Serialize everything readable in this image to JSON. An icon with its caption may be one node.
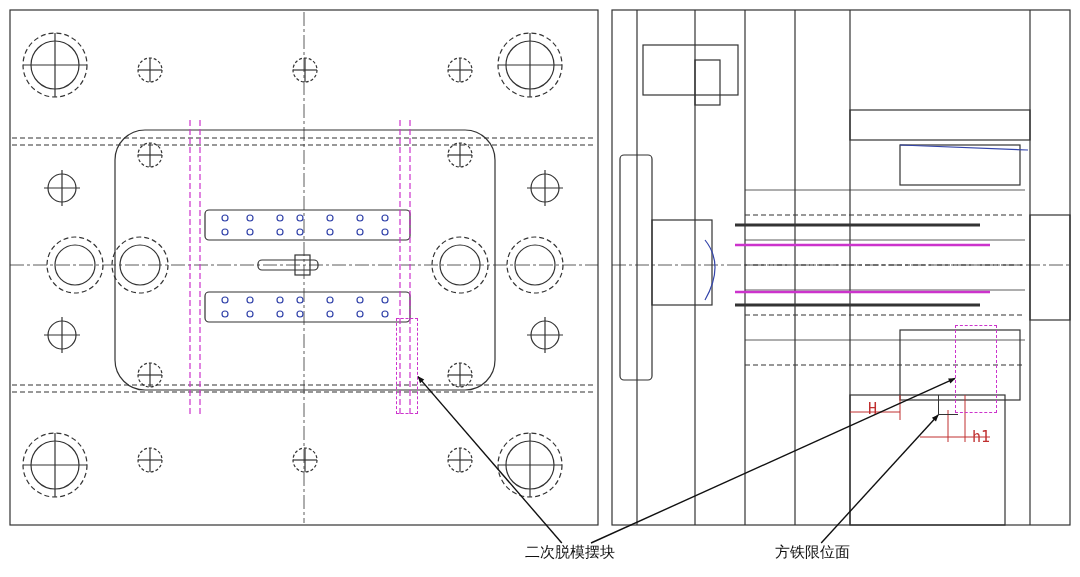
{
  "diagram": {
    "nodes": [
      {
        "text": [
          "二次脱模摆块"
        ]
      },
      {
        "text": [],
        "shape": "box"
      },
      {
        "text": [],
        "shape": "box"
      },
      {
        "text": [
          "方铁限位面"
        ]
      },
      {
        "text": [],
        "shape": "box"
      }
    ],
    "edges": [
      {
        "from": 0,
        "to": 1,
        "arrow": "to"
      },
      {
        "from": 0,
        "to": 2,
        "arrow": "to"
      },
      {
        "from": 3,
        "to": 4,
        "arrow": "to"
      }
    ],
    "labels": [
      "H",
      "h1"
    ]
  }
}
